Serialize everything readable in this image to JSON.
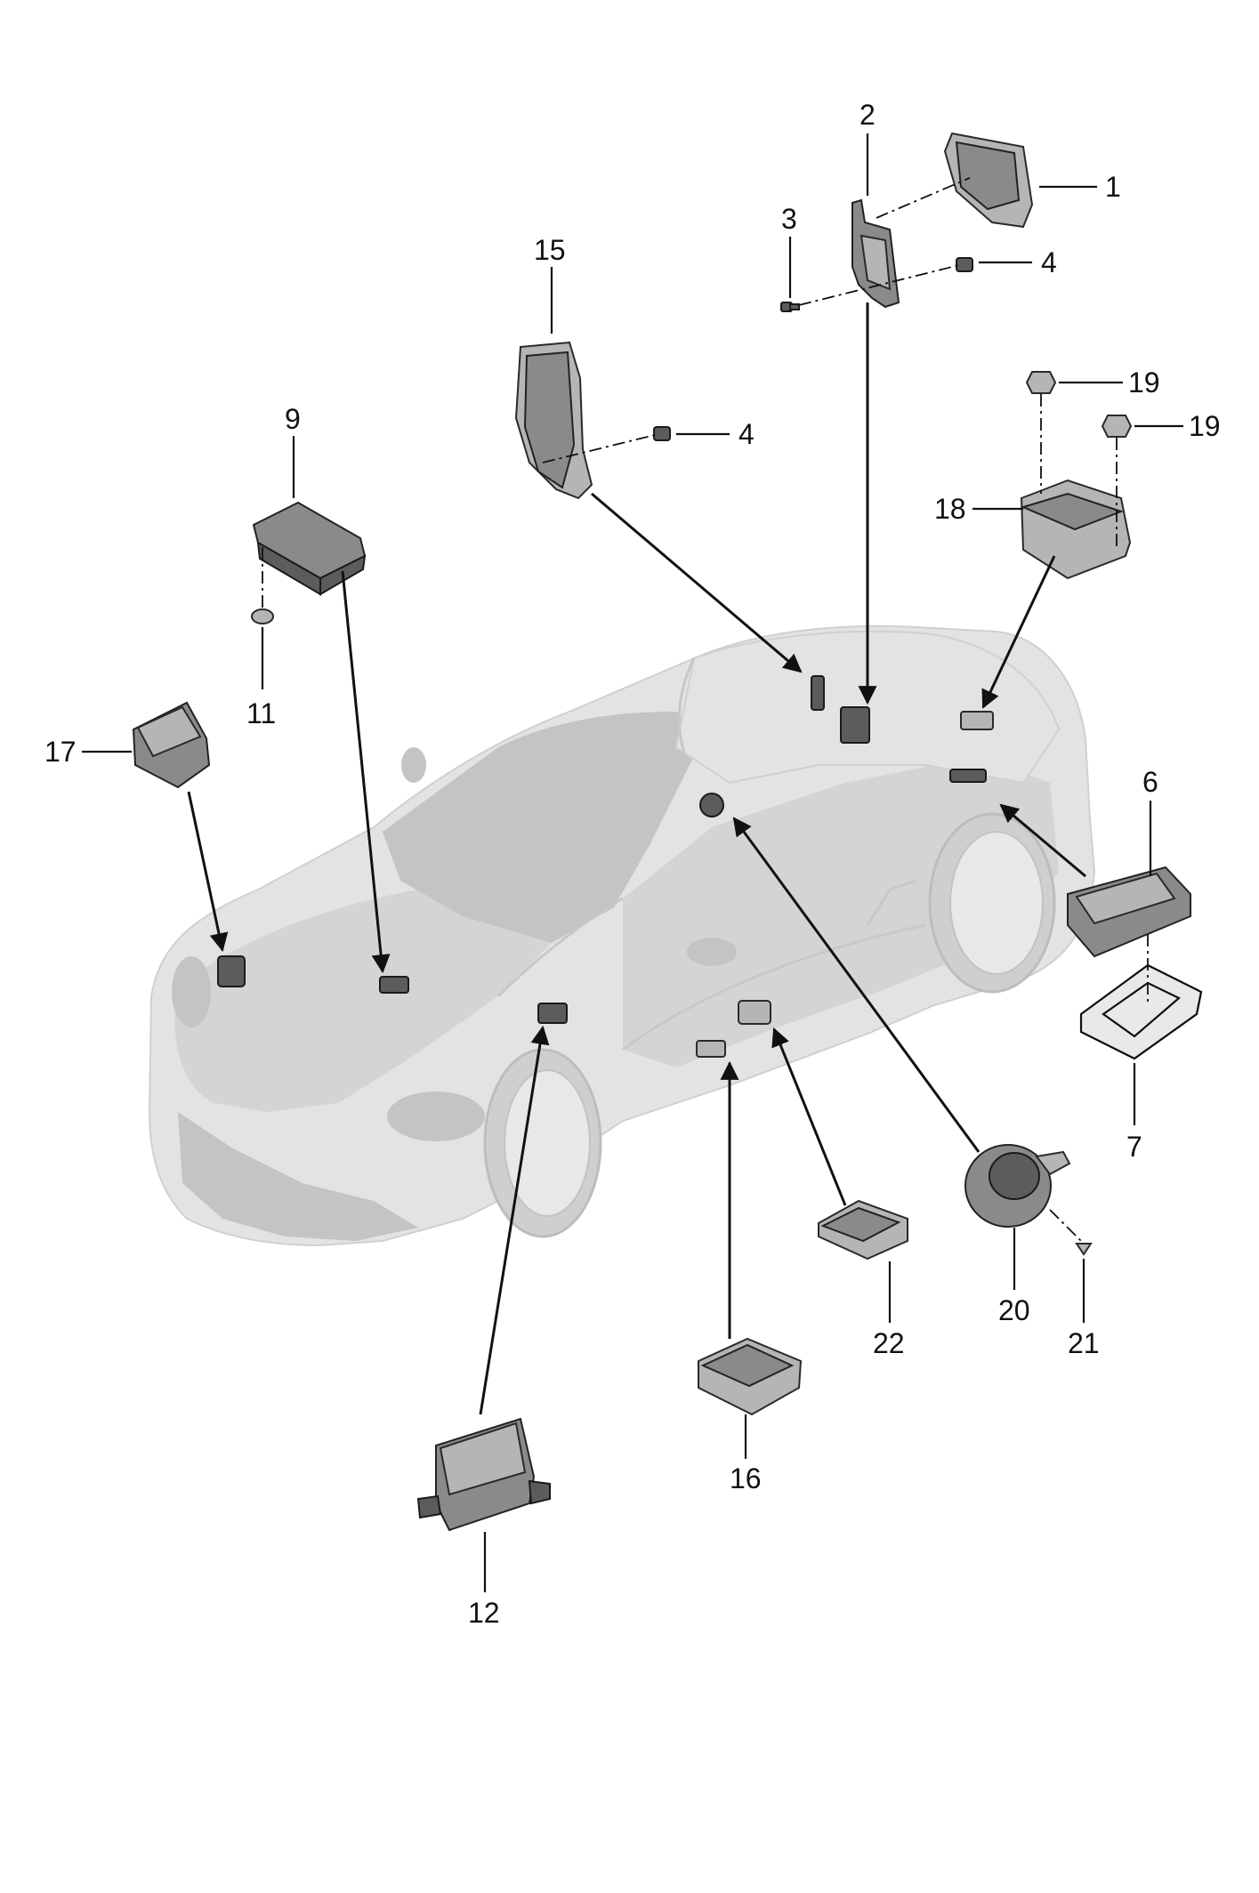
{
  "diagram": {
    "callouts": {
      "c1": "1",
      "c2": "2",
      "c3": "3",
      "c4a": "4",
      "c4b": "4",
      "c6": "6",
      "c7": "7",
      "c9": "9",
      "c11": "11",
      "c12": "12",
      "c15": "15",
      "c16": "16",
      "c17": "17",
      "c18": "18",
      "c19a": "19",
      "c19b": "19",
      "c20": "20",
      "c21": "21",
      "c22": "22"
    }
  }
}
